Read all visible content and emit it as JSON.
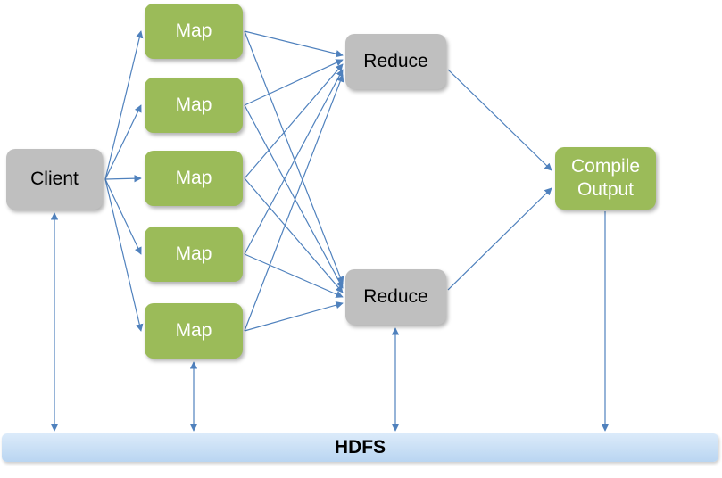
{
  "diagram": {
    "nodes": {
      "client": {
        "label": "Client"
      },
      "map1": {
        "label": "Map"
      },
      "map2": {
        "label": "Map"
      },
      "map3": {
        "label": "Map"
      },
      "map4": {
        "label": "Map"
      },
      "map5": {
        "label": "Map"
      },
      "reduce1": {
        "label": "Reduce"
      },
      "reduce2": {
        "label": "Reduce"
      },
      "compile": {
        "label": "Compile Output"
      },
      "hdfs": {
        "label": "HDFS"
      }
    },
    "edges": [
      {
        "from": "client",
        "to": "map1"
      },
      {
        "from": "client",
        "to": "map2"
      },
      {
        "from": "client",
        "to": "map3"
      },
      {
        "from": "client",
        "to": "map4"
      },
      {
        "from": "client",
        "to": "map5"
      },
      {
        "from": "map1",
        "to": "reduce1"
      },
      {
        "from": "map1",
        "to": "reduce2"
      },
      {
        "from": "map2",
        "to": "reduce1"
      },
      {
        "from": "map2",
        "to": "reduce2"
      },
      {
        "from": "map3",
        "to": "reduce1"
      },
      {
        "from": "map3",
        "to": "reduce2"
      },
      {
        "from": "map4",
        "to": "reduce1"
      },
      {
        "from": "map4",
        "to": "reduce2"
      },
      {
        "from": "map5",
        "to": "reduce1"
      },
      {
        "from": "map5",
        "to": "reduce2"
      },
      {
        "from": "reduce1",
        "to": "compile"
      },
      {
        "from": "reduce2",
        "to": "compile"
      },
      {
        "from": "client",
        "to": "hdfs",
        "bidirectional": true
      },
      {
        "from": "map5",
        "to": "hdfs",
        "bidirectional": true
      },
      {
        "from": "reduce2",
        "to": "hdfs",
        "bidirectional": true
      },
      {
        "from": "compile",
        "to": "hdfs"
      }
    ],
    "colors": {
      "green": "#9bbb59",
      "gray": "#bfbfbf",
      "arrow": "#4f81bd",
      "hdfsTop": "#dcebfa",
      "hdfsBottom": "#b9d5f1",
      "textOnGreen": "#ffffff",
      "textOnGray": "#000000"
    }
  }
}
